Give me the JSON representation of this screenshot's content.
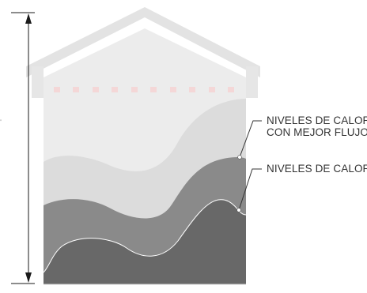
{
  "labels": {
    "label_1_line_1": "NIVELES DE CALOR",
    "label_1_line_2": "CON MEJOR FLUJO",
    "label_2": "NIVELES DE CALOR"
  },
  "side_mark": "″",
  "colors": {
    "house_outline": "#e4e4e4",
    "roof": "#d9d9d9",
    "attic": "#ececec",
    "vents": "#f7d6d6",
    "layer_light": "#dedede",
    "layer_mid": "#8c8c8c",
    "layer_dark": "#6a6a6a",
    "curve_line": "#ffffff",
    "dimension_line": "#1a1a1a",
    "leader_line": "#333333"
  }
}
